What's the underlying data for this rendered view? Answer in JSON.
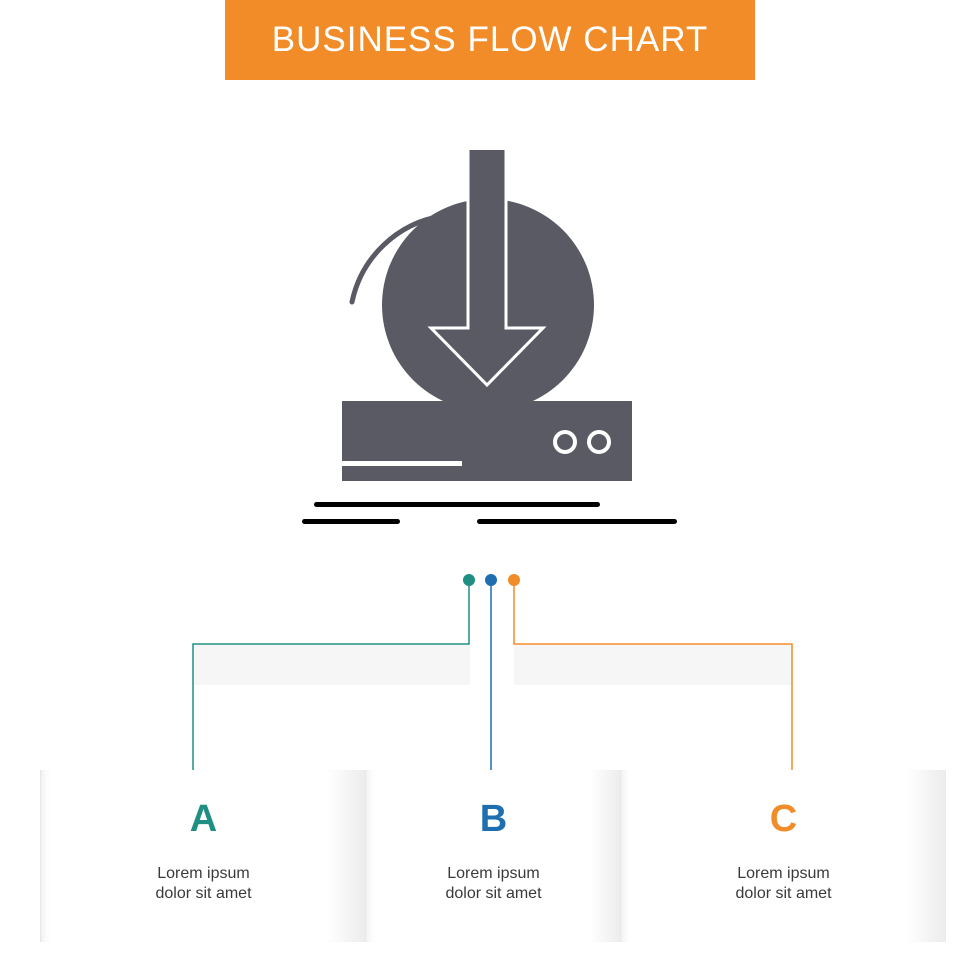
{
  "title": "BUSINESS FLOW CHART",
  "colors": {
    "banner": "#f28c28",
    "icon": "#5a5a64",
    "a": "#1f8f84",
    "b": "#1f6fb0",
    "c": "#f28c28"
  },
  "icon": {
    "name": "download-to-drive-icon"
  },
  "steps": [
    {
      "letter": "A",
      "line1": "Lorem ipsum",
      "line2": "dolor sit amet"
    },
    {
      "letter": "B",
      "line1": "Lorem ipsum",
      "line2": "dolor sit amet"
    },
    {
      "letter": "C",
      "line1": "Lorem ipsum",
      "line2": "dolor sit amet"
    }
  ]
}
